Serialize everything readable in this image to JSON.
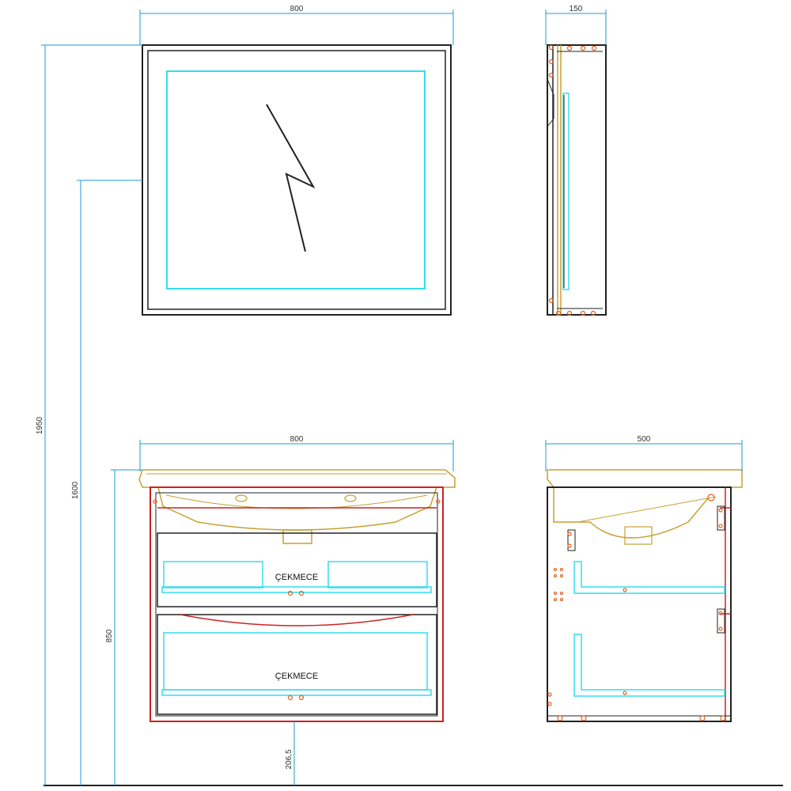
{
  "colors": {
    "outline": "#222222",
    "dimension": "#1a9bd7",
    "led": "#33ddee",
    "basin": "#c8a030",
    "cabinet_red": "#cc2222",
    "hardware": "#e06020"
  },
  "dimensions": {
    "mirror_width": "800",
    "mirror_depth": "150",
    "vanity_width": "800",
    "vanity_depth": "500",
    "total_height": "1950",
    "mirror_bottom_height": "1600",
    "vanity_top_height": "850",
    "floor_clearance": "206,5"
  },
  "labels": {
    "drawer_top": "ÇEKMECE",
    "drawer_bottom": "ÇEKMECE"
  },
  "icons": {
    "mirror_reflection": "lightning-reflection-icon"
  }
}
